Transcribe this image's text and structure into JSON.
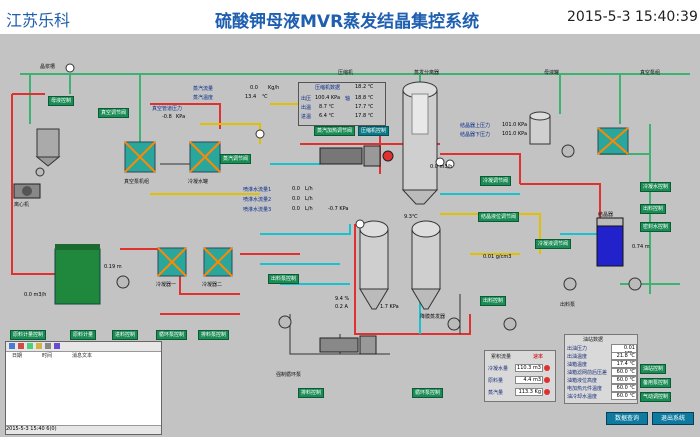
{
  "header": {
    "company": "江苏乐科",
    "title": "硫酸钾母液MVR蒸发结晶集控系统",
    "datetime": "2015-5-3 15:40:39"
  },
  "colors": {
    "accent": "#1f5fb0",
    "pipe_green": "#3cb371",
    "pipe_red": "#e03030",
    "pipe_yellow": "#e0c000",
    "pipe_cyan": "#17c3cf",
    "button": "#1b8c55"
  },
  "compressor": {
    "title": "压缩机数据",
    "title_value": "18.2 ℃",
    "rows": [
      {
        "label": "出压",
        "v1": "100.4 KPa",
        "unit1": "轴",
        "v2": "18.8 ℃"
      },
      {
        "label": "出温",
        "v1": "8.7 ℃",
        "unit1": "",
        "v2": "17.7 ℃"
      },
      {
        "label": "进温",
        "v1": "6.4 ℃",
        "unit1": "",
        "v2": "17.8 ℃"
      }
    ]
  },
  "flows": {
    "steam_flow": {
      "label": "蒸汽流量",
      "value": "0.0",
      "unit": "Kg/h"
    },
    "steam_temp": {
      "label": "蒸汽温度",
      "value": "13.4",
      "unit": "℃"
    },
    "vacuum_pressure": {
      "label": "真空管道压力",
      "value": "-0.8",
      "unit": "KPa"
    },
    "spray1": {
      "label": "喷淋水流量1",
      "value": "0.0",
      "unit": "L/h"
    },
    "spray2": {
      "label": "喷淋水流量2",
      "value": "0.0",
      "unit": "L/h"
    },
    "spray3": {
      "label": "喷淋水流量3",
      "value": "0.0",
      "unit": "L/h"
    }
  },
  "crystallizer": {
    "upper_pressure": {
      "label": "结晶器上压力",
      "value": "101.0 KPa"
    },
    "lower_pressure": {
      "label": "结晶器下压力",
      "value": "101.0 KPa"
    }
  },
  "small_readings": {
    "evap_pressure": "-0.7 KPa",
    "evap_temp": "9.3℃",
    "level1": "9.4 %",
    "level2": "0.2 A",
    "level3": "1.7 KPa",
    "density": "0.01 g/cm3",
    "pump_flow": "0.0 m3/h",
    "tank_level": "0.19 m",
    "tank_level2": "0.74 m",
    "pump_flow2": "0.0 m3/h"
  },
  "accumulate": {
    "title": "累积流量",
    "rate_title": "速率",
    "rows": [
      {
        "label": "冷凝水量",
        "value": "110.3 m3"
      },
      {
        "label": "原料量",
        "value": "4.4 m3"
      },
      {
        "label": "蒸汽量",
        "value": "113.3 Kg"
      }
    ]
  },
  "station": {
    "title": "油站数据",
    "rows": [
      {
        "label": "出油压力",
        "value": "0.01 MPa"
      },
      {
        "label": "出油温度",
        "value": "21.8 ℃"
      },
      {
        "label": "油箱温度",
        "value": "17.4 ℃"
      },
      {
        "label": "油箱滤网前后压差",
        "value": "60.0 ℃"
      },
      {
        "label": "油箱液位高度",
        "value": "60.0 ℃"
      },
      {
        "label": "电加热元件温度",
        "value": "60.0 ℃"
      },
      {
        "label": "油冷却水温度",
        "value": "60.0 ℃"
      }
    ]
  },
  "buttons": {
    "mother_ctrl": "母液控制",
    "vac_ctrl": "真空调节阀",
    "steam_ctrl": "蒸汽调节阀",
    "hot_steam_ctrl": "蒸汽加热调节阀",
    "compressor_ctrl": "压缩机控制",
    "cond_ctrl": "冷凝调节阀",
    "level_ctrl": "结晶液位调节阀",
    "cryst_ctrl": "冷凝液调节阀",
    "mixing": "冷凝水控制",
    "feed_ctrl": "出料控制",
    "sealwater_ctrl": "密封水控制",
    "raw_ctrl": "原料计量控制",
    "raw_ctrl2": "原料计量",
    "vessel_ctrl": "进料控制",
    "pump1": "循环泵控制",
    "pump2": "排料泵控制",
    "pump3": "出料泵控制",
    "pump4": "出料控制",
    "chain": "排料控制",
    "circ": "循环泵控制",
    "dis": "出料控制",
    "oil1": "油站控制",
    "oil2": "备用泵控制",
    "oil3": "气动调控制"
  },
  "bottom_buttons": {
    "data_query": "数据查询",
    "exit": "退出系统"
  },
  "equipment_tags": {
    "e1": "晶浆槽",
    "e2": "离心机",
    "e3": "真空泵机组",
    "e4": "冷凝水罐",
    "e5": "冷凝器一",
    "e6": "冷凝器二",
    "e7": "压缩机",
    "e8": "蒸发分离器",
    "e9": "降膜蒸发器",
    "e10": "强制循环泵",
    "e11": "母液罐",
    "e12": "出料泵",
    "e13": "结晶器",
    "e14": "真空泵组"
  },
  "alarm": {
    "headers": [
      "日期",
      "时间",
      "消息文本"
    ],
    "status": "2015-5-3    15:40  6(0)"
  }
}
